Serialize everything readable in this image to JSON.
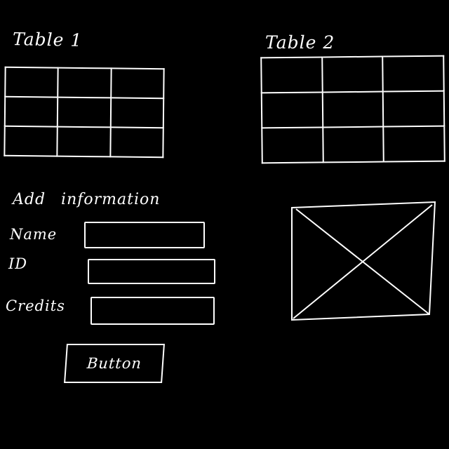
{
  "tables": [
    {
      "title": "Table 1",
      "rows": 3,
      "cols": 3
    },
    {
      "title": "Table 2",
      "rows": 3,
      "cols": 3
    }
  ],
  "form": {
    "heading": "Add information",
    "fields": {
      "name": {
        "label": "Name",
        "value": ""
      },
      "id": {
        "label": "ID",
        "value": ""
      },
      "credits": {
        "label": "Credits",
        "value": ""
      }
    },
    "button_label": "Button"
  },
  "image": {
    "icon": "image-placeholder-icon"
  },
  "colors": {
    "background": "#000000",
    "stroke": "#ffffff"
  }
}
